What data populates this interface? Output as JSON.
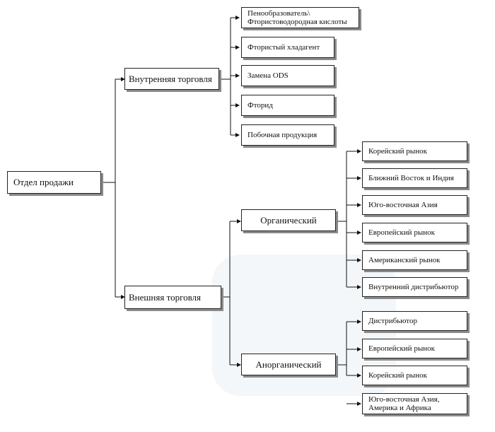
{
  "root": {
    "label": "Отдел продажи"
  },
  "domestic": {
    "label": "Внутренняя торговля",
    "items": [
      "Пенообразователь\\\nФтористоводородная кислоты",
      "Фтористый хладагент",
      "Замена ODS",
      "Фторид",
      "Побочная продукция"
    ]
  },
  "foreign": {
    "label": "Внешняя торговля",
    "organic": {
      "label": "Органический",
      "items": [
        "Корейский рынок",
        "Ближний Восток и Индия",
        "Юго-восточная Азия",
        "Европейский рынок",
        "Американский рынок",
        "Внутренний дистрибьютор"
      ]
    },
    "inorganic": {
      "label": "Анорганический",
      "items": [
        "Дистрибьютор",
        "Европейский рынок",
        "Корейский рынок",
        "Юго-восточная Азия,\nАмерика и Африка"
      ]
    }
  }
}
